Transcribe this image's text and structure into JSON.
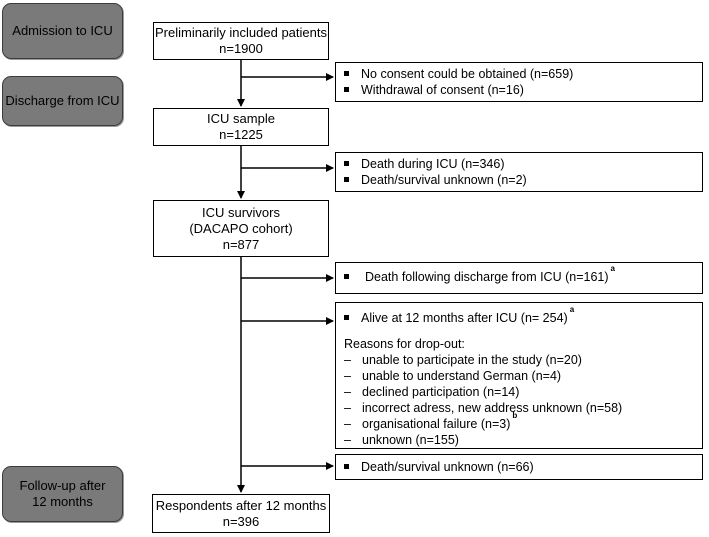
{
  "phases": {
    "admission": "Admission to ICU",
    "discharge": "Discharge from ICU",
    "followup": "Follow-up after\n12 months"
  },
  "main_boxes": {
    "preliminary": {
      "title": "Preliminarily included patients",
      "count": "n=1900"
    },
    "icu_sample": {
      "title": "ICU sample",
      "count": "n=1225"
    },
    "icu_survivors": {
      "lines": [
        "ICU survivors",
        "(DACAPO cohort)",
        "n=877"
      ]
    },
    "respondents": {
      "title": "Respondents after 12 months",
      "count": "n=396"
    }
  },
  "side_boxes": {
    "consent": [
      "No consent could be obtained (n=659)",
      "Withdrawal of consent (n=16)"
    ],
    "icu_death": [
      "Death during ICU (n=346)",
      "Death/survival unknown (n=2)"
    ],
    "post_discharge_death": {
      "text": "Death following discharge from ICU (n=161)",
      "mark": "a"
    },
    "alive": {
      "text": "Alive at 12 months after ICU (n= 254)",
      "mark": "a",
      "reasons_title": "Reasons for drop-out:",
      "dash": "–",
      "reasons": [
        {
          "text": "unable to participate in the study (n=20)",
          "mark": ""
        },
        {
          "text": "unable to understand German (n=4)",
          "mark": ""
        },
        {
          "text": "declined participation (n=14)",
          "mark": ""
        },
        {
          "text": "incorrect adress, new address unknown (n=58)",
          "mark": ""
        },
        {
          "text": "organisational failure (n=3)",
          "mark": "b"
        },
        {
          "text": "unknown (n=155)",
          "mark": ""
        }
      ]
    },
    "unknown_survival": "Death/survival unknown (n=66)"
  }
}
